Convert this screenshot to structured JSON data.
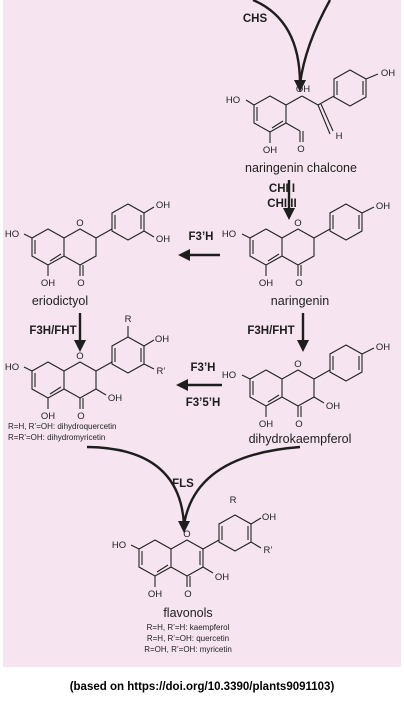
{
  "colors": {
    "panel_background": "#f6e5f0",
    "ink": "#1e1e1e",
    "page_background": "#ffffff"
  },
  "enzymes": {
    "chs": "CHS",
    "chi_1": "CHI I",
    "chi_2": "CHI II",
    "f3h_top": "F3’H",
    "f3h_fht_left": "F3H/FHT",
    "f3h_fht_right": "F3H/FHT",
    "f3h_mid": "F3’H",
    "f35h": "F3’5’H",
    "fls": "FLS"
  },
  "compounds": {
    "chalcone": "naringenin chalcone",
    "eriodictyol": "eriodictyol",
    "naringenin": "naringenin",
    "dihydrokaempferol": "dihydrokaempferol",
    "flavonols": "flavonols"
  },
  "atoms": {
    "ho": "HO",
    "oh": "OH",
    "o": "O",
    "h": "H",
    "r": "R",
    "r_prime": "R’"
  },
  "notes": {
    "dihydro_1": "R=H, R’=OH: dihydroquercetin",
    "dihydro_2": "R=R’=OH: dihydromyricetin",
    "flavonol_1": "R=H, R’=H: kaempferol",
    "flavonol_2": "R=H, R’=OH: quercetin",
    "flavonol_3": "R=OH, R’=OH: myricetin"
  },
  "citation": "(based on https://doi.org/10.3390/plants9091103)"
}
